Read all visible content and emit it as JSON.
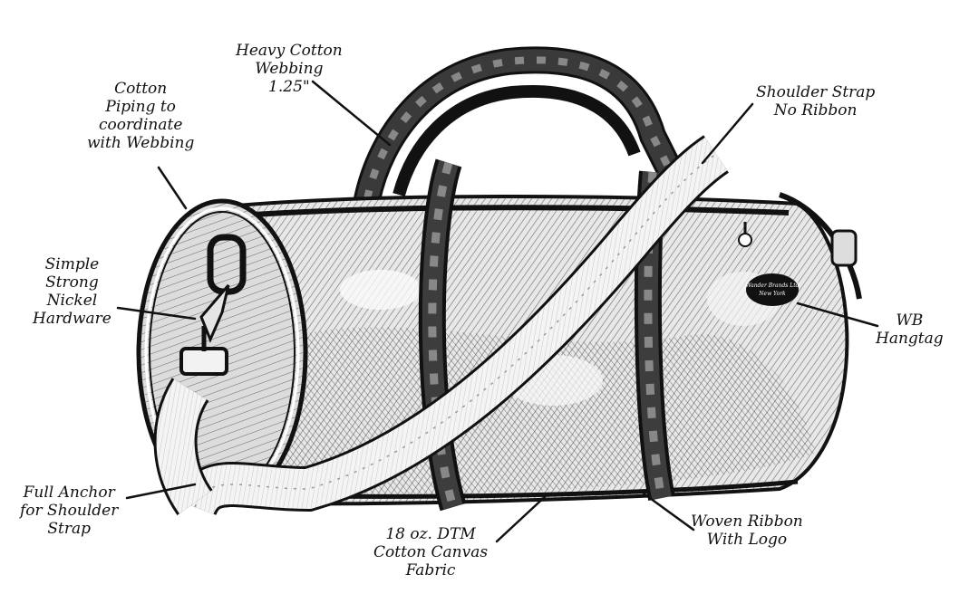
{
  "diagram": {
    "subject": "duffel-bag",
    "callouts": {
      "heavy_cotton_webbing": [
        "Heavy Cotton",
        "Webbing",
        "1.25\""
      ],
      "cotton_piping": [
        "Cotton",
        "Piping to",
        "coordinate",
        "with Webbing"
      ],
      "nickel_hardware": [
        "Simple",
        "Strong",
        "Nickel",
        "Hardware"
      ],
      "full_anchor": [
        "Full Anchor",
        "for Shoulder",
        "Strap"
      ],
      "canvas_fabric": [
        "18 oz. DTM",
        "Cotton Canvas",
        "Fabric"
      ],
      "woven_ribbon": [
        "Woven Ribbon",
        "With Logo"
      ],
      "wb_hangtag": [
        "WB",
        "Hangtag"
      ],
      "shoulder_strap": [
        "Shoulder Strap",
        "No Ribbon"
      ]
    },
    "hangtag_text": [
      "Wander Brands Ltd",
      "New York"
    ]
  },
  "colors": {
    "ink": "#111111",
    "paper": "#ffffff",
    "strap": "#f4f4f4",
    "shade": "#555555"
  }
}
